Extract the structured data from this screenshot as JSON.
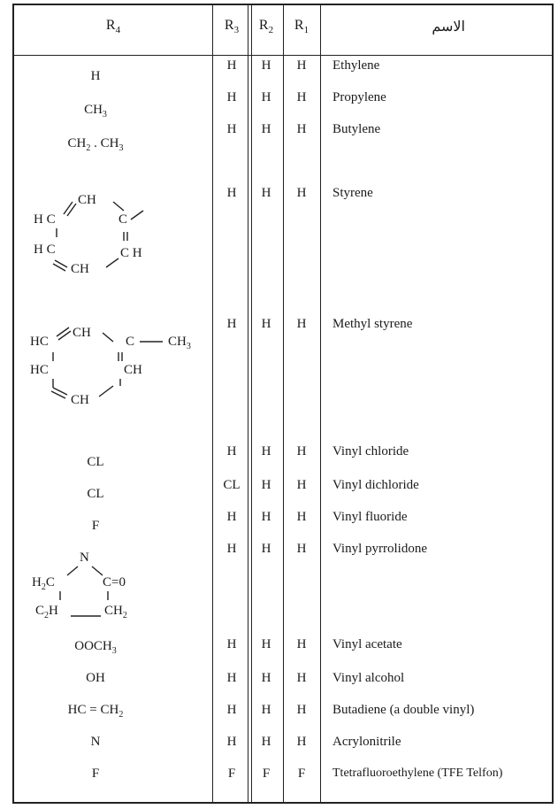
{
  "headers": {
    "r4": "R",
    "r4_sub": "4",
    "r3": "R",
    "r3_sub": "3",
    "r2": "R",
    "r2_sub": "2",
    "r1": "R",
    "r1_sub": "1",
    "name": "الاسم"
  },
  "rows": [
    {
      "r4": "H",
      "r3": "H",
      "r2": "H",
      "r1": "H",
      "name": "Ethylene"
    },
    {
      "r4": "CH",
      "r4_sub": "3",
      "r3": "H",
      "r2": "H",
      "r1": "H",
      "name": "Propylene"
    },
    {
      "r4": "CH",
      "r4_sub": "2",
      "r4_tail": " . CH",
      "r4_sub2": "3",
      "r3": "H",
      "r2": "H",
      "r1": "H",
      "name": "Butylene"
    },
    {
      "r4_structure": "styrene-ring",
      "r3": "H",
      "r2": "H",
      "r1": "H",
      "name": "Styrene"
    },
    {
      "r4_structure": "methyl-styrene-ring",
      "r3": "H",
      "r2": "H",
      "r1": "H",
      "name": "Methyl styrene"
    },
    {
      "r4": "CL",
      "r3": "H",
      "r2": "H",
      "r1": "H",
      "name": "Vinyl chloride"
    },
    {
      "r4": "CL",
      "r3": "CL",
      "r2": "H",
      "r1": "H",
      "name": "Vinyl dichloride"
    },
    {
      "r4": "F",
      "r3": "H",
      "r2": "H",
      "r1": "H",
      "name": "Vinyl fluoride"
    },
    {
      "r4_structure": "pyrrolidone-ring",
      "r3": "H",
      "r2": "H",
      "r1": "H",
      "name": "Vinyl pyrrolidone"
    },
    {
      "r4": "OOCH",
      "r4_sub": "3",
      "r3": "H",
      "r2": "H",
      "r1": "H",
      "name": "Vinyl acetate"
    },
    {
      "r4": "OH",
      "r3": "H",
      "r2": "H",
      "r1": "H",
      "name": "Vinyl alcohol"
    },
    {
      "r4": "HC = CH",
      "r4_sub": "2",
      "r3": "H",
      "r2": "H",
      "r1": "H",
      "name": "Butadiene (a double vinyl)"
    },
    {
      "r4": "N",
      "r3": "H",
      "r2": "H",
      "r1": "H",
      "name": "Acrylonitrile"
    },
    {
      "r4": "F",
      "r3": "F",
      "r2": "F",
      "r1": "F",
      "name": "Ttetrafluoroethylene (TFE Telfon)"
    }
  ],
  "styrene_labels": {
    "ch_top": "CH",
    "c_right": "C",
    "hc_left": "H C",
    "h_c_left2": "H C",
    "c_h_right": "C H",
    "ch_bottom": "CH",
    "double": "="
  },
  "methyl_styrene_labels": {
    "hc_top": "HC",
    "ch_top": "CH",
    "c_right": "C",
    "ch3": "CH",
    "ch3_sub": "3",
    "hc_left": "HC",
    "ch_right": "CH",
    "ch_bottom": "CH",
    "double": "="
  },
  "pyrrolidone_labels": {
    "n": "N",
    "h2c": "H",
    "h2c_sub": "2",
    "h2c_c": "C",
    "c_o": "C=0",
    "c2h": "C",
    "c2h_sub": "2",
    "c2h_h": "H",
    "ch2": "CH",
    "ch2_sub": "2"
  }
}
